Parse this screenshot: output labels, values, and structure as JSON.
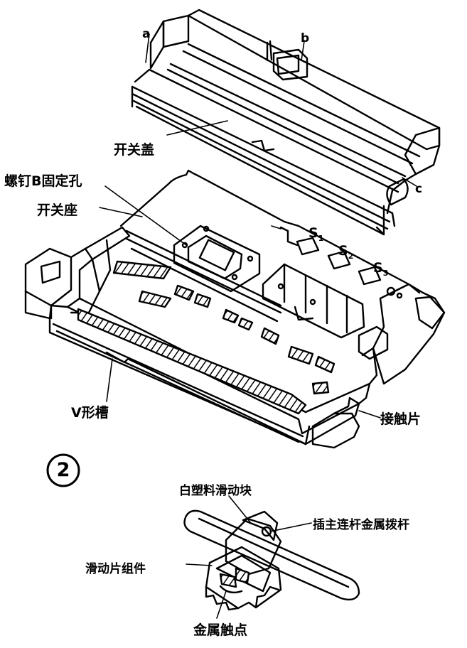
{
  "labels": {
    "cover_label": "开关盖",
    "screw_hole_label": "螺钉B固定孔",
    "switch_base_label": "开关座",
    "v_groove_label": "V形槽",
    "contact_plate_label": "接触片",
    "white_slider_label": "白塑料滑动块",
    "rod_label": "插主连杆金属拨杆",
    "slider_assembly_label": "滑动片组件",
    "metal_contact_label": "金属触点",
    "marker_a": "a",
    "marker_b": "b",
    "marker_c": "c",
    "s1": "S",
    "s1_sub": "1",
    "s2": "S",
    "s2_sub": "2",
    "s3": "S",
    "s3_sub": "3",
    "figure_number": "2"
  },
  "colors": {
    "ink": "#000000",
    "paper": "#ffffff"
  }
}
